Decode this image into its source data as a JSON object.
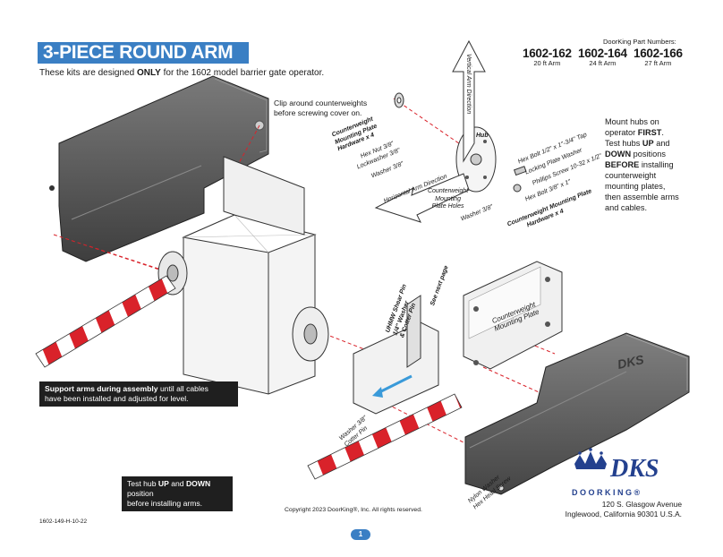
{
  "header": {
    "title": "3-PIECE ROUND ARM KITS",
    "subtitle_pre": "These kits are designed ",
    "subtitle_bold": "ONLY",
    "subtitle_post": " for the 1602 model barrier gate operator."
  },
  "part_numbers": {
    "header": "DoorKing Part Numbers:",
    "items": [
      {
        "number": "1602-162",
        "length": "20 ft Arm"
      },
      {
        "number": "1602-164",
        "length": "24 ft Arm"
      },
      {
        "number": "1602-166",
        "length": "27 ft Arm"
      }
    ]
  },
  "callouts": {
    "clip_line1": "Clip around counterweights",
    "clip_line2": "before screwing cover on.",
    "mount_hubs": {
      "l1_pre": "Mount hubs on",
      "l2_pre": "operator ",
      "l2_bold": "FIRST",
      "l2_post": ".",
      "l3": "Test hubs ",
      "l3_bold1": "UP",
      "l3_post": " and",
      "l4_bold": "DOWN",
      "l4_post": " positions",
      "l5_bold": "BEFORE",
      "l5_post": " installing",
      "l6": "counterweight",
      "l7": "mounting plates,",
      "l8": "then assemble arms",
      "l9": "and cables."
    },
    "support_bold": "Support arms during assembly",
    "support_rest1": " until all cables",
    "support_rest2": "have been installed and adjusted for level.",
    "test_hub_pre": "Test hub ",
    "test_hub_up": "UP",
    "test_hub_and": " and ",
    "test_hub_down": "DOWN",
    "test_hub_post": " position",
    "test_hub_line2": "before installing arms."
  },
  "labels": {
    "vertical_arm": "Vertical Arm Direction",
    "horizontal_arm": "Horizontal Arm Direction",
    "cw_hardware_1": "Counterweight",
    "cw_hardware_2": "Mounting Plate",
    "cw_hardware_3": "Hardware x 4",
    "hex_nut": "Hex Nut 3/8\"",
    "lockwasher": "Lockwasher 3/8\"",
    "washer": "Washer 3/8\"",
    "hub": "Hub",
    "cw_holes_1": "Counterweight",
    "cw_holes_2": "Mounting",
    "cw_holes_3": "Plate Holes",
    "hex_bolt_tap": "Hex Bolt 1/2\" x 1\"-3/4\" Tap",
    "locking_washer": "Locking Plate Washer",
    "phillips": "Phillips Screw 10-32 x 1/2\"",
    "washer2": "Washer 3/8\"",
    "hex_bolt_38": "Hex Bolt 3/8\" x 1\"",
    "cw_hw2_1": "Counterweight Mounting Plate",
    "cw_hw2_2": "Hardware x 4",
    "see_next_1": "See",
    "see_next_2": "next",
    "see_next_3": "page",
    "cw_plate_1": "Counterweight",
    "cw_plate_2": "Mounting Plate",
    "uhmw_1": "UHMW Shear Pin",
    "uhmw_2": "1/4\" Washer",
    "uhmw_3": "& Cotter Pin",
    "washer_cotter_1": "Washer 3/8\"",
    "washer_cotter_2": "Cotter Pin",
    "nylon_1": "Nylon Washer",
    "nylon_2": "Hex Head Screw",
    "dks_cover": "DKS"
  },
  "footer": {
    "doc_code": "1602-149-H-10-22",
    "copyright": "Copyright 2023 DoorKing®, Inc. All rights reserved.",
    "page_number": "1",
    "brand_wordmark": "DKS",
    "brand_name": "DOORKING®",
    "address1": "120 S. Glasgow Avenue",
    "address2": "Inglewood, California 90301 U.S.A."
  },
  "colors": {
    "accent_blue": "#3a7fc4",
    "arm_red": "#d9222a",
    "cover_grey": "#5a5a5a",
    "guide_red": "#d9222a",
    "logo_navy": "#23408e"
  },
  "icons": [
    "hex-bolt-icon",
    "washer-icon",
    "nut-icon",
    "arrow-vertical-icon",
    "arrow-horizontal-icon",
    "crown-logo-icon"
  ]
}
